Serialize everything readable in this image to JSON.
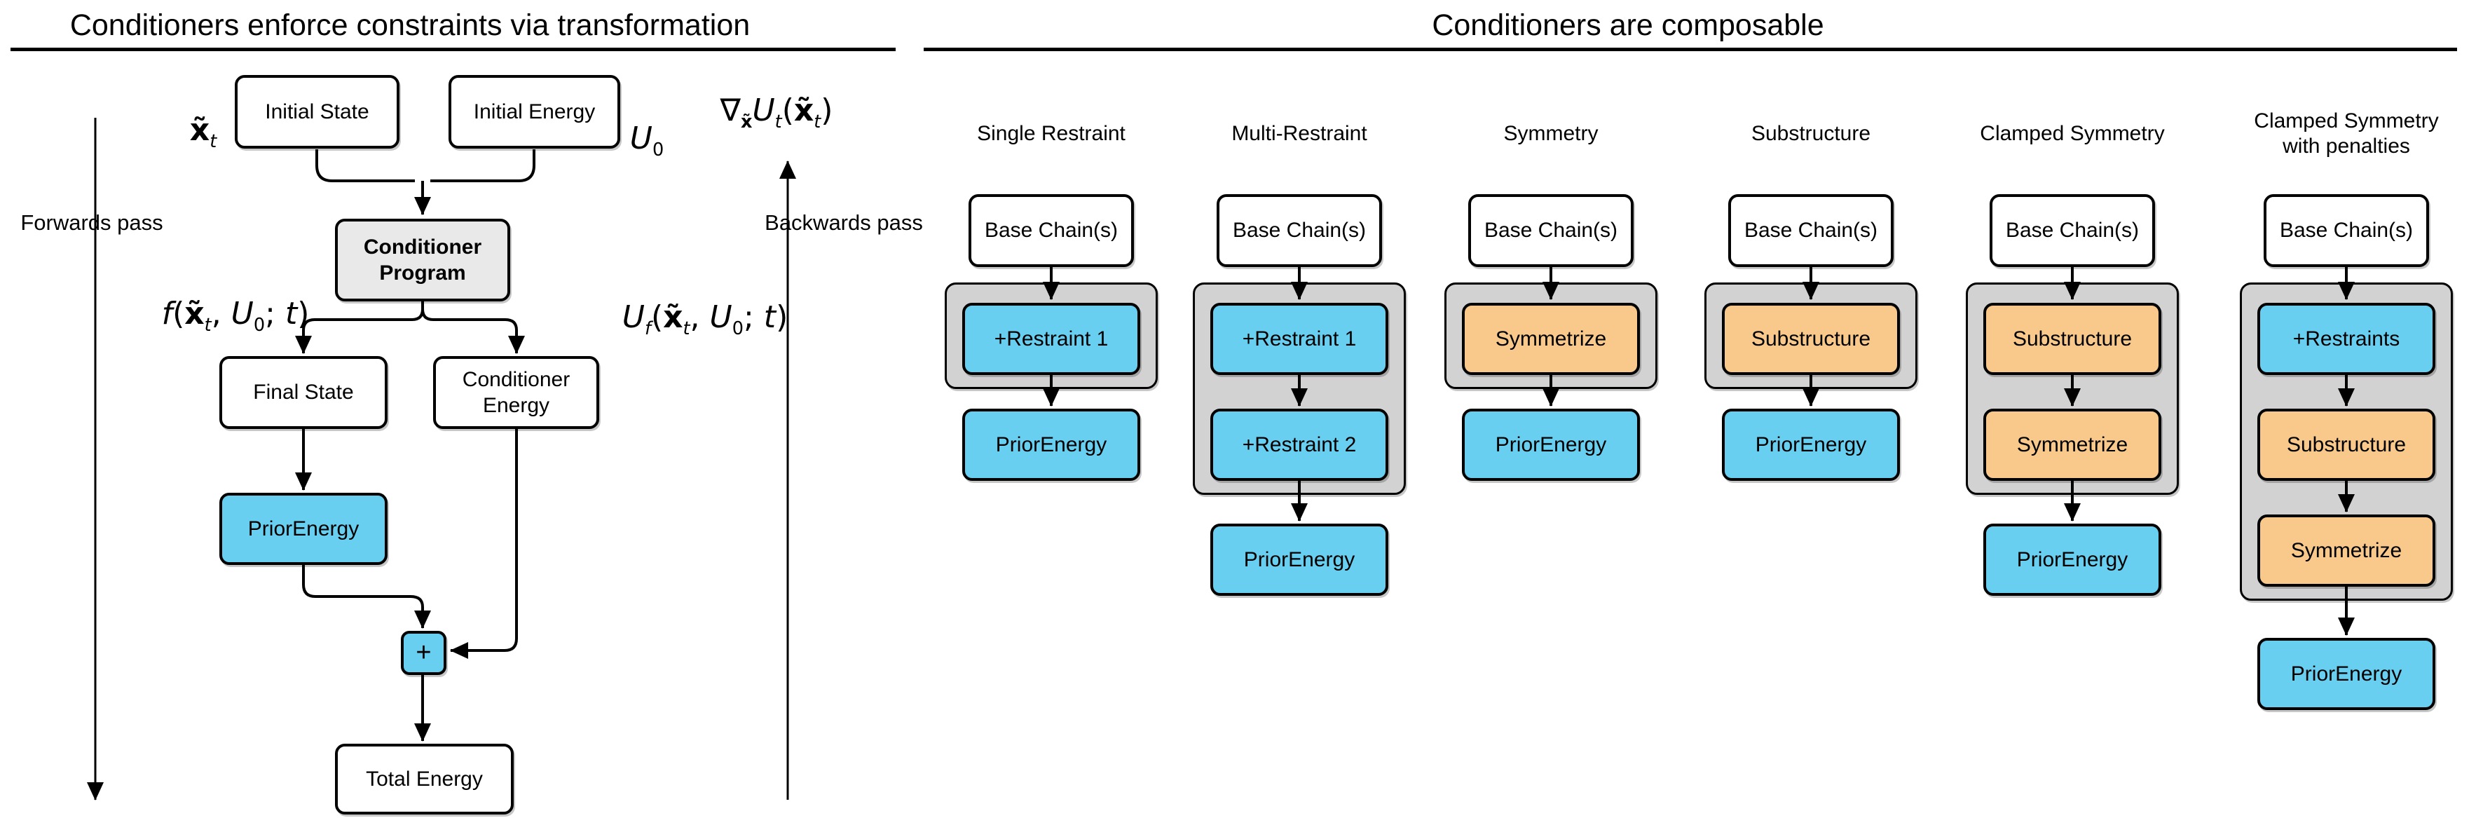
{
  "colors": {
    "blue": "#69CFF0",
    "orange": "#F9C98C",
    "container_gray": "#D2D2D2",
    "program_gray": "#E9E9E9",
    "border": "#000000"
  },
  "left_panel": {
    "title": "Conditioners enforce constraints via transformation",
    "forwards_label": "Forwards pass",
    "backwards_label": "Backwards pass",
    "nodes": {
      "initial_state": "Initial State",
      "initial_energy": "Initial Energy",
      "conditioner_program": "Conditioner\nProgram",
      "final_state": "Final State",
      "conditioner_energy": "Conditioner\nEnergy",
      "prior_energy": "PriorEnergy",
      "plus": "+",
      "total_energy": "Total Energy"
    },
    "formulas": {
      "x_t": [
        {
          "t": "x̃",
          "b": 1
        },
        {
          "t": "t",
          "s": 1,
          "i": 1
        }
      ],
      "u0": [
        {
          "t": "U",
          "i": 1
        },
        {
          "t": "0",
          "s": 1
        }
      ],
      "grad": [
        {
          "t": "∇"
        },
        {
          "t": "x̃",
          "s": 1,
          "b": 1
        },
        {
          "t": "U",
          "i": 1
        },
        {
          "t": "t",
          "s": 1,
          "i": 1
        },
        {
          "t": "("
        },
        {
          "t": "x̃",
          "b": 1
        },
        {
          "t": "t",
          "s": 1,
          "i": 1
        },
        {
          "t": ")"
        }
      ],
      "f": [
        {
          "t": "f",
          "i": 1
        },
        {
          "t": "("
        },
        {
          "t": "x̃",
          "b": 1
        },
        {
          "t": "t",
          "s": 1,
          "i": 1
        },
        {
          "t": ", "
        },
        {
          "t": "U",
          "i": 1
        },
        {
          "t": "0",
          "s": 1
        },
        {
          "t": "; "
        },
        {
          "t": "t",
          "i": 1
        },
        {
          "t": ")"
        }
      ],
      "uf": [
        {
          "t": "U",
          "i": 1
        },
        {
          "t": "f",
          "s": 1,
          "i": 1
        },
        {
          "t": "("
        },
        {
          "t": "x̃",
          "b": 1
        },
        {
          "t": "t",
          "s": 1,
          "i": 1
        },
        {
          "t": ", "
        },
        {
          "t": "U",
          "i": 1
        },
        {
          "t": "0",
          "s": 1
        },
        {
          "t": "; "
        },
        {
          "t": "t",
          "i": 1
        },
        {
          "t": ")"
        }
      ]
    }
  },
  "right_panel": {
    "title": "Conditioners are composable",
    "columns": [
      {
        "header": "Single Restraint",
        "base": "Base Chain(s)",
        "boxes": [
          {
            "label": "+Restraint 1",
            "color": "blue"
          }
        ],
        "prior": "PriorEnergy"
      },
      {
        "header": "Multi-Restraint",
        "base": "Base Chain(s)",
        "boxes": [
          {
            "label": "+Restraint 1",
            "color": "blue"
          },
          {
            "label": "+Restraint 2",
            "color": "blue"
          }
        ],
        "prior": "PriorEnergy"
      },
      {
        "header": "Symmetry",
        "base": "Base Chain(s)",
        "boxes": [
          {
            "label": "Symmetrize",
            "color": "orange"
          }
        ],
        "prior": "PriorEnergy"
      },
      {
        "header": "Substructure",
        "base": "Base Chain(s)",
        "boxes": [
          {
            "label": "Substructure",
            "color": "orange"
          }
        ],
        "prior": "PriorEnergy"
      },
      {
        "header": "Clamped Symmetry",
        "base": "Base Chain(s)",
        "boxes": [
          {
            "label": "Substructure",
            "color": "orange"
          },
          {
            "label": "Symmetrize",
            "color": "orange"
          }
        ],
        "prior": "PriorEnergy"
      },
      {
        "header": "Clamped Symmetry\nwith penalties",
        "base": "Base Chain(s)",
        "boxes": [
          {
            "label": "+Restraints",
            "color": "blue"
          },
          {
            "label": "Substructure",
            "color": "orange"
          },
          {
            "label": "Symmetrize",
            "color": "orange"
          }
        ],
        "prior": "PriorEnergy"
      }
    ]
  }
}
